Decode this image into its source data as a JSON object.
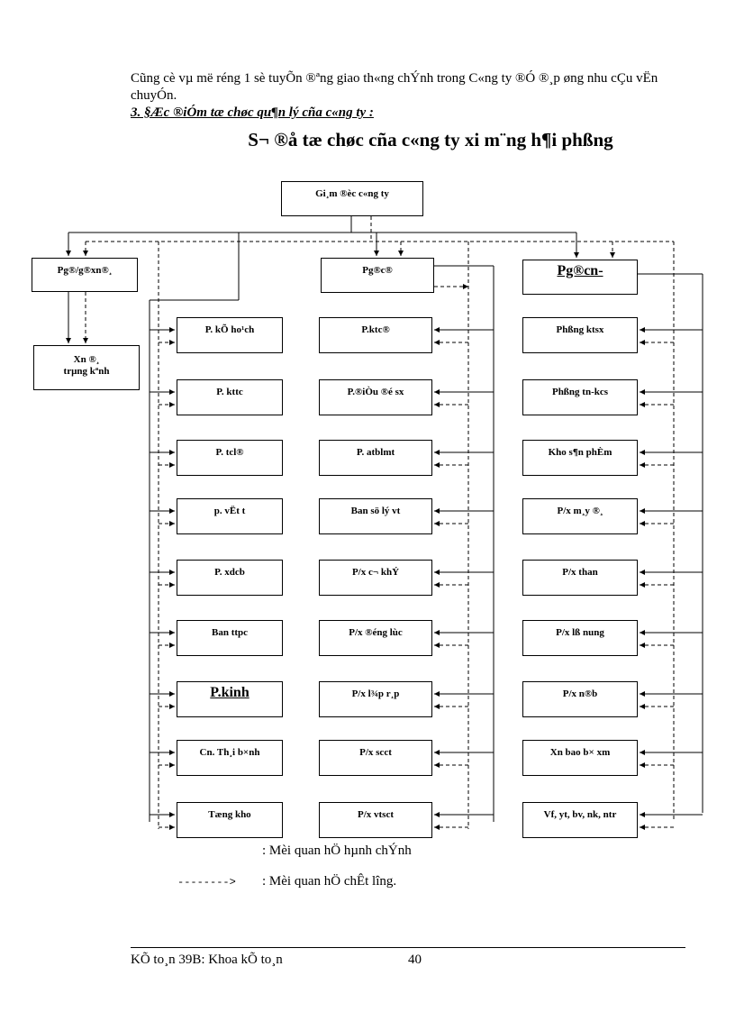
{
  "intro": {
    "paragraph": "Cũng cè vµ më réng 1 sè tuyÕn ®ªng  giao th«ng chÝnh trong C«ng ty ®Ó ®¸p øng  nhu cÇu vËn chuyÓn.",
    "section_heading": "3. §Æc ®iÓm tæ chøc qu¶n lý cña c«ng ty :"
  },
  "chart": {
    "title": "S¬ ®å tæ chøc cña c«ng ty xi m¨ng h¶i phßng",
    "top": "Gi¸m ®èc c«ng ty",
    "left_head": "Pg®/g®xn®¸",
    "left_sub": "Xn ®¸\ntrµng kªnh",
    "col1": [
      "P. kÕ ho¹ch",
      "P. kttc",
      "P. tcl®",
      "p. vËt  t",
      "P. xdcb",
      "Ban ttpc",
      "P.kinh",
      "Cn. Th¸i b×nh",
      "Tæng kho"
    ],
    "col2_head": "Pg®c®",
    "col2": [
      "P.ktc®",
      "P.®iÒu ®é sx",
      "P. atblmt",
      "Ban sö lý vt",
      "P/x c¬ khÝ",
      "P/x ®éng lùc",
      "P/x l¾p r¸p",
      "P/x scct",
      "P/x vtsct"
    ],
    "right_head": "Pg®cn-",
    "col3": [
      "Phßng ktsx",
      "Phßng tn-kcs",
      "Kho s¶n phÈm",
      "P/x m¸y ®¸",
      "P/x than",
      "P/x lß nung",
      "P/x n®b",
      "Xn bao b× xm",
      "Vf, yt, bv,  nk, ntr"
    ]
  },
  "legend": {
    "solid": ": Mèi quan hÖ hµnh chÝnh",
    "dashed_arrow": "-------->",
    "dashed": ": Mèi quan hÖ chÊt l­îng."
  },
  "footer": {
    "left": "KÕ to¸n 39B: Khoa kÕ to¸n",
    "page": "40"
  }
}
